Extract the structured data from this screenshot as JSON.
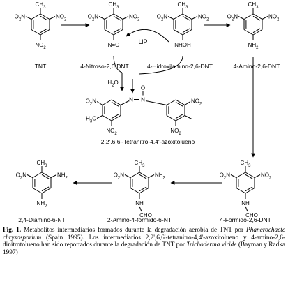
{
  "compounds": [
    {
      "id": "tnt",
      "name": "TNT",
      "groups": {
        "top": "CH3",
        "left": "O2N",
        "right": "NO2",
        "bottom": "NO2"
      }
    },
    {
      "id": "nitroso",
      "name": "4-Nitroso-2,6-DNT",
      "groups": {
        "top": "CH3",
        "left": "O2N",
        "right": "NO2",
        "bottom": "N=O"
      }
    },
    {
      "id": "hidroxil",
      "name": "4-Hidroxilamino-2,6-DNT",
      "groups": {
        "top": "CH3",
        "left": "O2N",
        "right": "NO2",
        "bottom": "NHOH"
      }
    },
    {
      "id": "amino",
      "name": "4-Amino-2,6-DNT",
      "groups": {
        "top": "CH3",
        "left": "O2N",
        "right": "NO2",
        "bottom": "NH2"
      }
    },
    {
      "id": "azoxy",
      "name": "2,2',6,6'-Tetranitro-4,4'-azoxitolueno",
      "groups": {
        "left_top": "O2N",
        "left_methyl": "H3C",
        "left_bottom": "NO2",
        "right_top": "NO2",
        "right_bottom": "NO2",
        "azo": "N",
        "azo_o": "O"
      }
    },
    {
      "id": "formido",
      "name": "4-Formido-2,6-DNT",
      "groups": {
        "top": "CH3",
        "left": "O2N",
        "right": "NO2",
        "bottom_nh": "NH",
        "bottom_cho": "CHO"
      }
    },
    {
      "id": "aminoformido",
      "name": "2-Amino-4-formido-6-NT",
      "groups": {
        "top": "CH3",
        "left": "O2N",
        "right": "NH2",
        "bottom_nh": "NH",
        "bottom_cho": "CHO"
      }
    },
    {
      "id": "diamino",
      "name": "2,4-Diamino-6-NT",
      "groups": {
        "top": "CH3",
        "left": "O2N",
        "right": "NH2",
        "bottom": "NH2"
      }
    }
  ],
  "reagents": {
    "water": "H2O",
    "enzyme": "LiP"
  },
  "caption": {
    "label": "Fig. 1.",
    "text_1": " Metabolitos intermediarios formados durante la degradación aerobia de TNT por ",
    "organism_1": "Phanerochaete chrysosporium",
    "text_2": " (Spain 1995). Los intermediarios 2,2',6,6'-tetranitro-4,4'-azoxitolueno y 4-amino-2,6-dinitrotolueno han sido reportados durante la degradación de TNT por ",
    "organism_2": "Trichoderma viride",
    "text_3": " (Bayman y Radka 1997)"
  },
  "colors": {
    "ink": "#000000",
    "background": "#ffffff"
  }
}
